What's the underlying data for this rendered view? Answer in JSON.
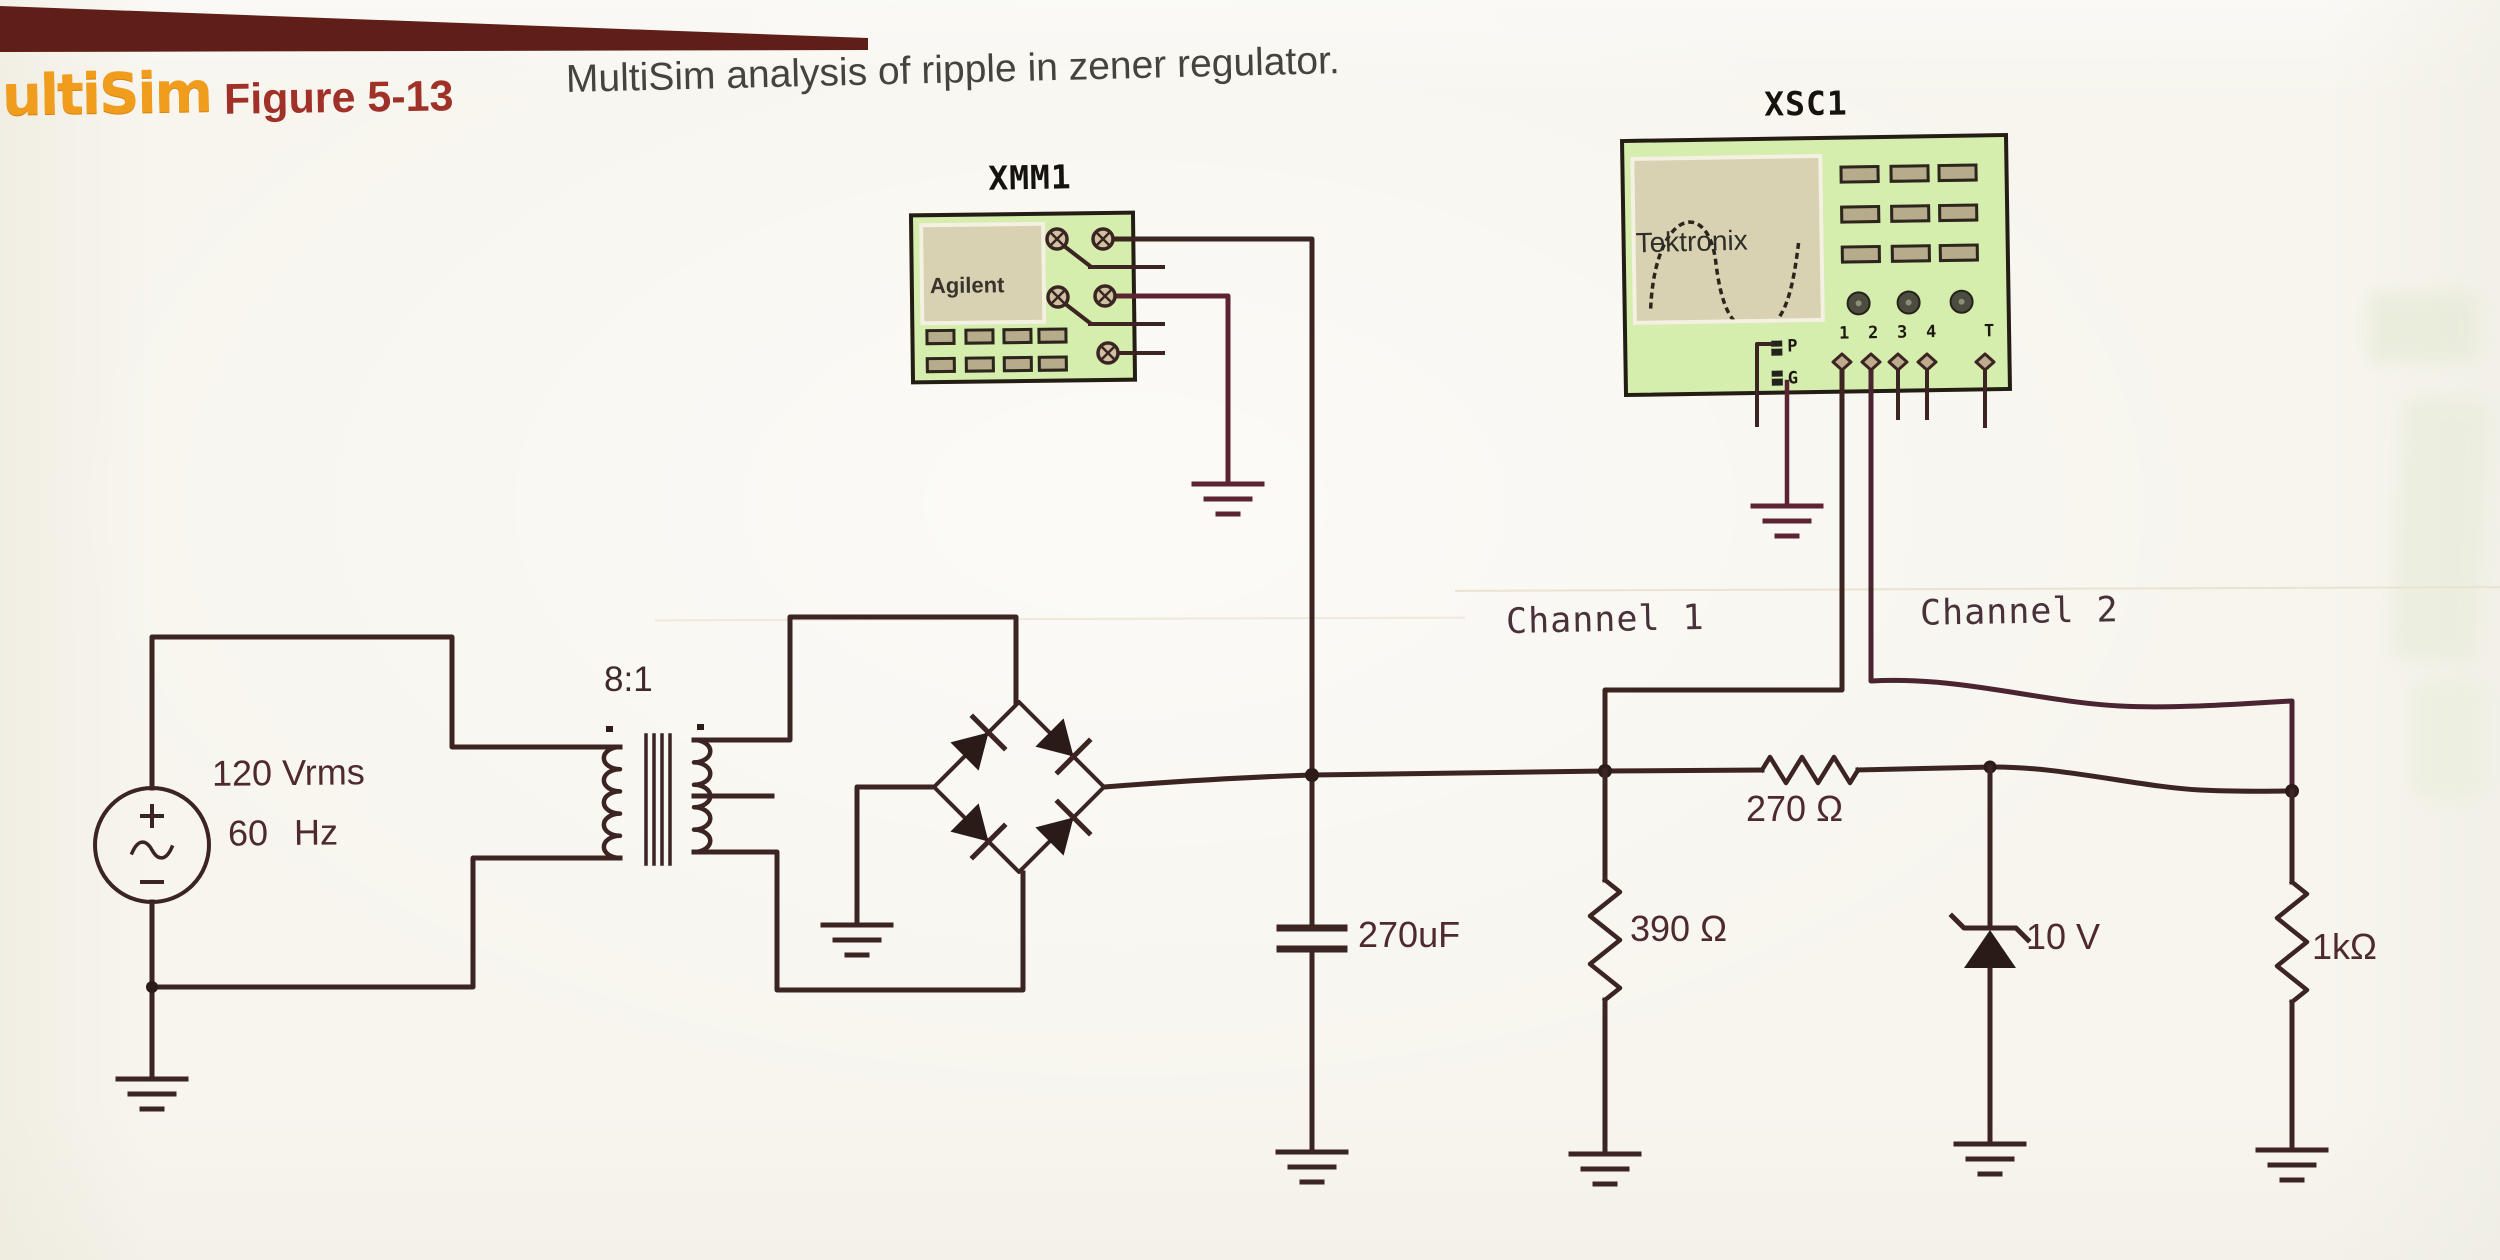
{
  "header": {
    "logo": "ultiSim",
    "figure": "Figure 5-13",
    "caption": "MultiSim analysis of ripple in zener regulator."
  },
  "instruments": {
    "xmm1": {
      "title": "XMM1",
      "brand": "Agilent"
    },
    "xsc1": {
      "title": "XSC1",
      "brand": "Tektronix",
      "terminals": [
        "P",
        "G",
        "1",
        "2",
        "3",
        "4",
        "T"
      ]
    }
  },
  "wires": {
    "channel1": "Channel 1",
    "channel2": "Channel 2"
  },
  "components": {
    "ac_source": {
      "voltage": "120 Vrms",
      "frequency": "60 Hz"
    },
    "transformer": {
      "ratio": "8:1"
    },
    "filter_capacitor": {
      "value": "270uF"
    },
    "series_resistor": {
      "value": "270 Ω"
    },
    "bleeder_resistor": {
      "value": "390 Ω"
    },
    "zener_diode": {
      "value": "10 V"
    },
    "load_resistor": {
      "value": "1kΩ"
    }
  },
  "colors": {
    "wire": "#3b2422",
    "accent_wire": "#5c2433",
    "instrument_fill": "#d5eeae",
    "screen_fill": "#d8d2b2",
    "button_fill": "#b6ac8c",
    "logo_orange": "#f09c1c",
    "figure_red": "#a03128",
    "top_bar": "#5f1e17",
    "paper": "#f7f5ee"
  }
}
